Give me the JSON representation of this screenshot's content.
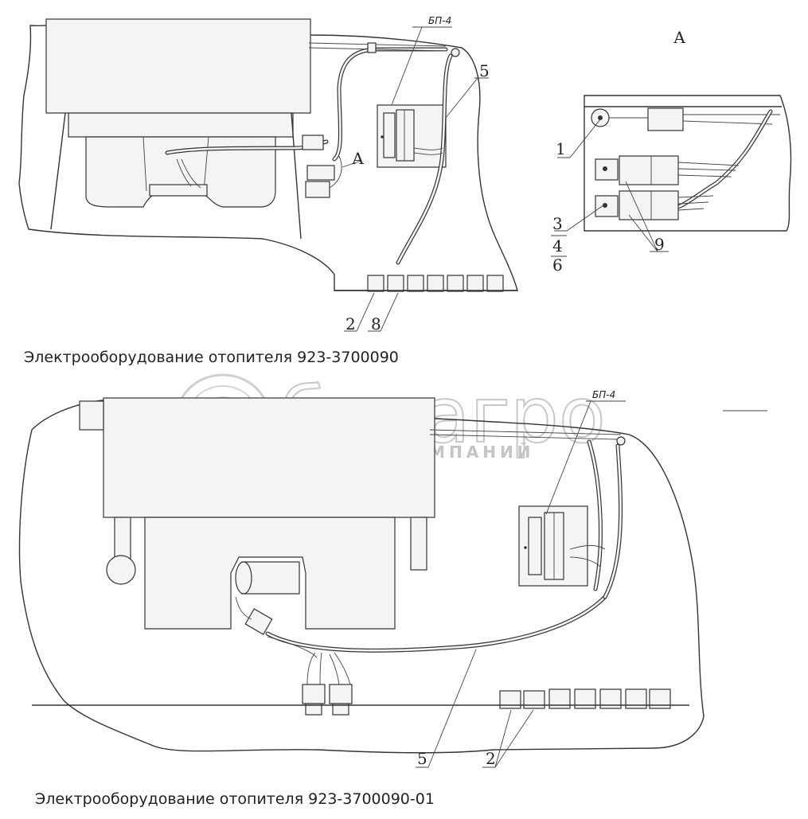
{
  "captions": {
    "top": "Электрооборудование отопителя 923-3700090",
    "bottom": "Электрооборудование отопителя 923-3700090-01"
  },
  "watermark": {
    "brand": "белагро",
    "tagline": "ГРУППА КОМПАНИЙ"
  },
  "labels": {
    "bp4": "БП-4",
    "view_a": "А",
    "n1": "1",
    "n2": "2",
    "n3": "3",
    "n4": "4",
    "n5": "5",
    "n6": "6",
    "n8": "8",
    "n9": "9"
  }
}
